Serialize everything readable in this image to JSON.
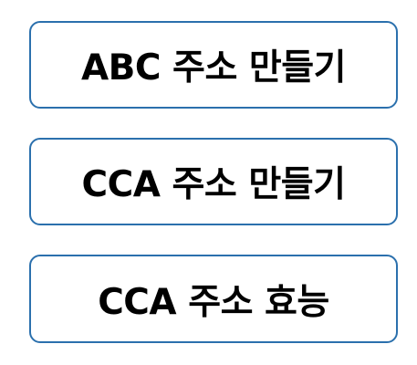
{
  "buttons": [
    {
      "label": "ABC 주소 만들기"
    },
    {
      "label": "CCA 주소 만들기"
    },
    {
      "label": "CCA 주소 효능"
    }
  ],
  "colors": {
    "border": "#2b70ad",
    "background": "#ffffff",
    "text": "#000000"
  }
}
